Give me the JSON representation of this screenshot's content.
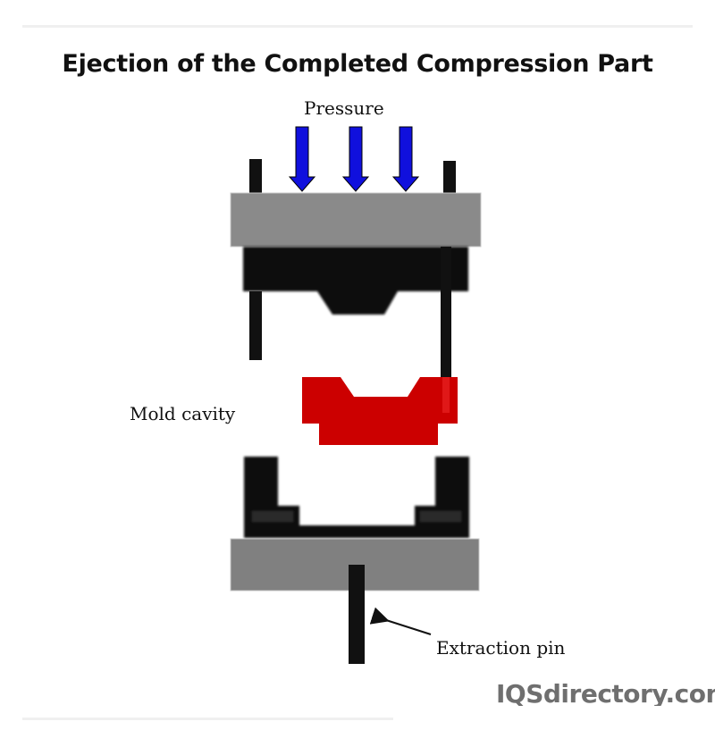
{
  "title": "Ejection of the Completed Compression Part",
  "labels": {
    "pressure": "Pressure",
    "mold_cavity": "Mold cavity",
    "extraction_pin": "Extraction pin"
  },
  "watermark": "IQSdirectory.com",
  "colors": {
    "pressure_arrow": "#1010dd",
    "platen": "#8a8a8a",
    "mold_body": "#111111",
    "part": "#cc0000"
  }
}
